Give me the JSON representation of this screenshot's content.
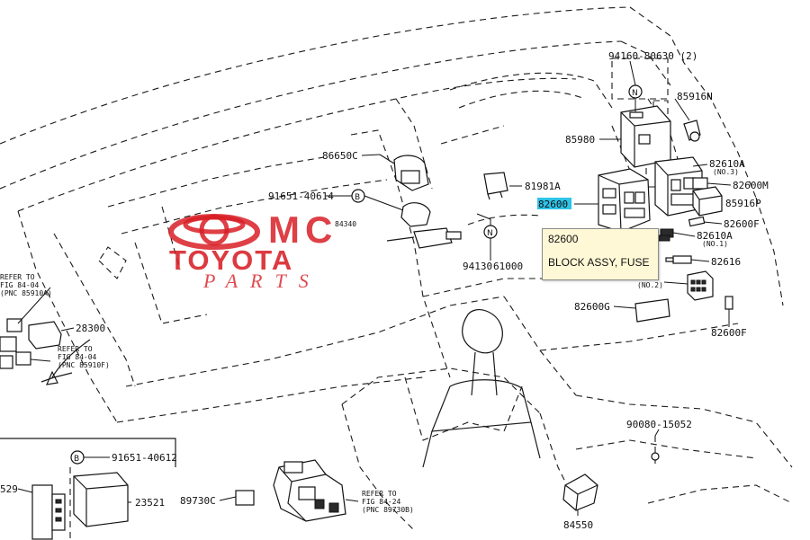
{
  "watermark": {
    "line1": "MC",
    "line2": "TOYOTA",
    "line3": "PARTS",
    "color": "#d81f26"
  },
  "highlight_color": "#2ec3e8",
  "tooltip": {
    "code": "82600",
    "name": "BLOCK ASSY, FUSE"
  },
  "callouts": {
    "p94160": "94160-80630 (2)",
    "p85916N": "85916N",
    "p85980": "85980",
    "p82610A_top": "82610A",
    "p82610A_top_note": "(NO.3)",
    "p82600M": "82600M",
    "p85916P": "85916P",
    "p82600F_mid": "82600F",
    "p82610A_mid": "82610A",
    "p82610A_mid_note": "(NO.1)",
    "p82616": "82616",
    "p82610A_low_note": "(NO.2)",
    "p82600G": "82600G",
    "p82600F_low": "82600F",
    "p81981A": "81981A",
    "p82600": "82600",
    "p86650C": "86650C",
    "p91651_40614": "91651-40614",
    "p84340": "84340",
    "p94130": "94130",
    "p61000": "61000",
    "p28300": "28300",
    "ref_top_l1": "REFER TO",
    "ref_top_l2": "FIG 84-04",
    "ref_top_l3": "(PNC 85910A)",
    "ref_mid_l1": "REFER TO",
    "ref_mid_l2": "FIG 84-04",
    "ref_mid_l3": "(PNC 85910F)",
    "p91651_40612": "91651-40612",
    "p23521": "23521",
    "p529": "529",
    "p89730C": "89730C",
    "ref_low_l1": "REFER TO",
    "ref_low_l2": "FIG 84-24",
    "ref_low_l3": "(PNC 89730B)",
    "p90080_15052": "90080-15052",
    "p84550": "84550",
    "sym_n": "N",
    "sym_b": "B"
  }
}
